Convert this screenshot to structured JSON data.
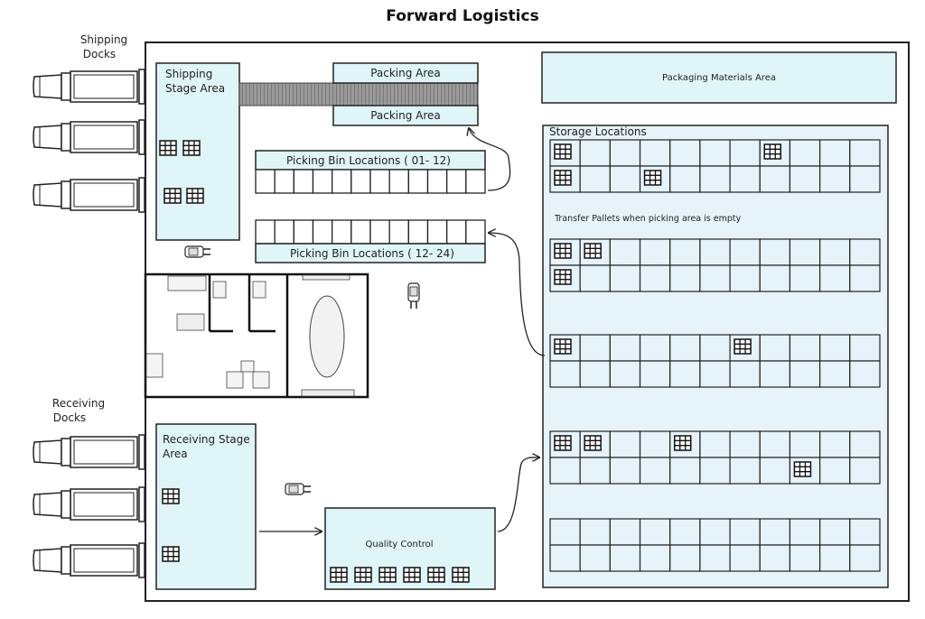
{
  "title": "Forward Logistics",
  "docks": {
    "shipping_label": "Shipping\nDocks",
    "receiving_label": "Receiving\nDocks"
  },
  "areas": {
    "shipping_stage": "Shipping\nStage Area",
    "packing_top": "Packing Area",
    "packing_bottom": "Packing Area",
    "packaging_materials": "Packaging Materials Area",
    "picking_bins_a": "Picking Bin Locations ( 01- 12)",
    "picking_bins_b": "Picking Bin Locations ( 12- 24)",
    "storage": "Storage Locations",
    "transfer_note": "Transfer Pallets when picking area is empty",
    "receiving_stage": "Receiving Stage\nArea",
    "quality_control": "Quality Control"
  },
  "colors": {
    "zone_fill": "#dff5f8",
    "storage_fill": "#e6f3fb",
    "outline": "#222222",
    "conveyor": "#888888"
  },
  "icons": [
    "truck-icon",
    "pallet-icon",
    "forklift-icon",
    "office-furniture-icon",
    "conference-table-icon"
  ]
}
